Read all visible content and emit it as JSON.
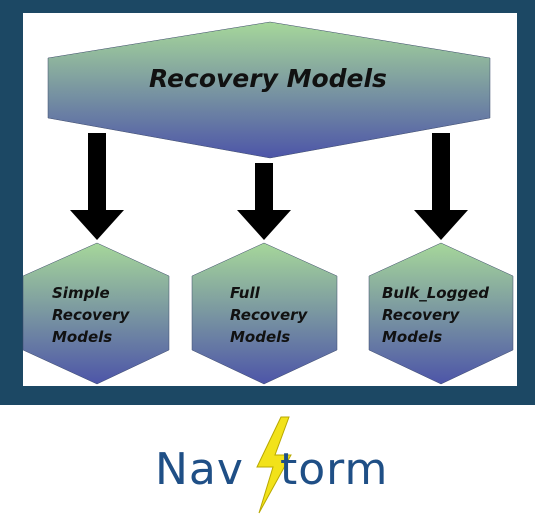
{
  "diagram": {
    "root": {
      "label": "Recovery Models"
    },
    "children": [
      {
        "lines": [
          "Simple",
          "Recovery",
          "Models"
        ]
      },
      {
        "lines": [
          "Full",
          "Recovery",
          "Models"
        ]
      },
      {
        "lines": [
          "Bulk_Logged",
          "Recovery",
          "Models"
        ]
      }
    ]
  },
  "colors": {
    "frame": "#1c4864",
    "shape_top": "#a6d79a",
    "shape_bottom": "#4d55a8",
    "arrow": "#000000",
    "logo_text": "#1f4f86",
    "logo_bolt": "#f2e21a"
  },
  "logo": {
    "text_left": "Nav",
    "text_right": "torm"
  }
}
